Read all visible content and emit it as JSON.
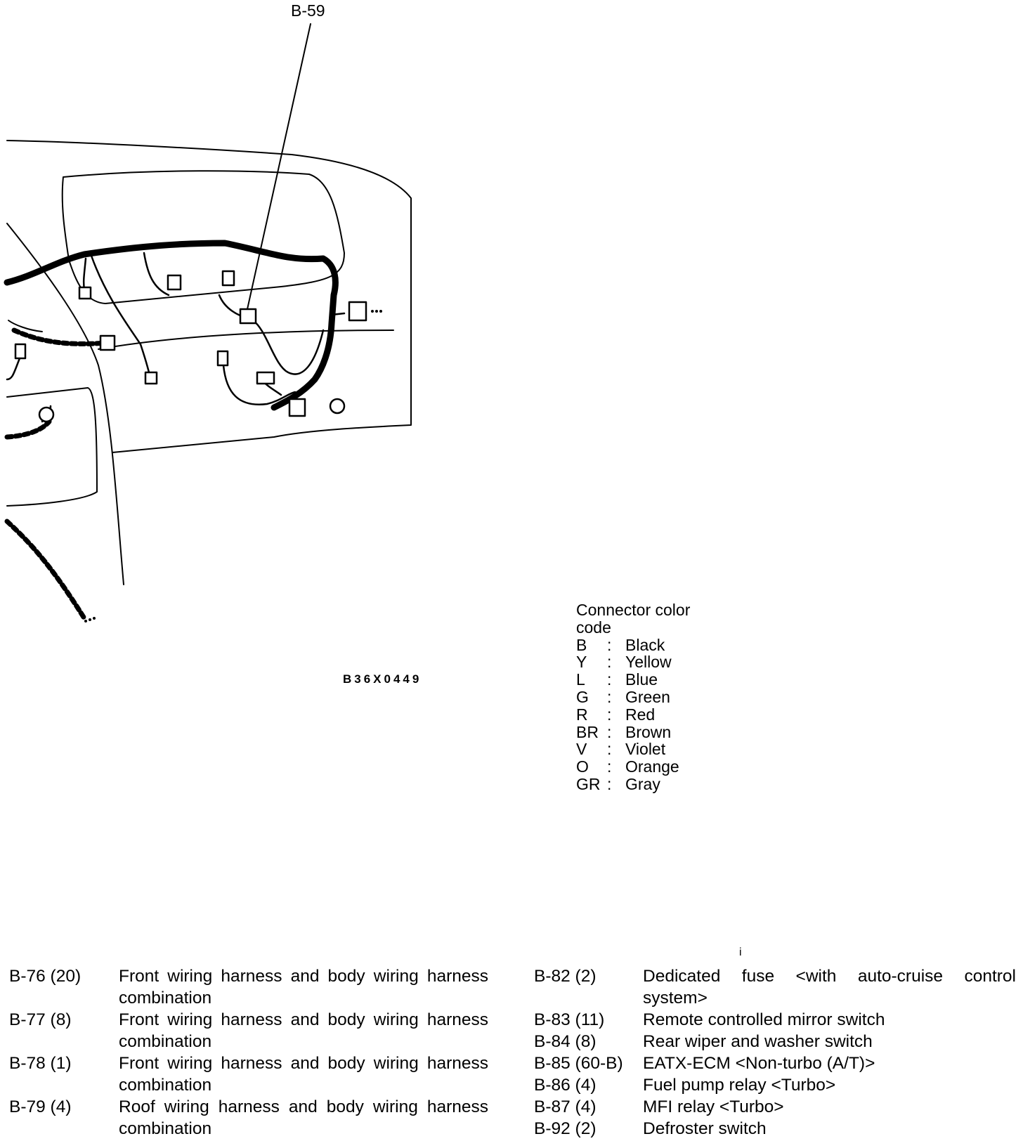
{
  "callout_label": "B-59",
  "figure_code": "B36X0449",
  "legend": {
    "title": "Connector color code",
    "entries": [
      {
        "code": "B",
        "color": "Black"
      },
      {
        "code": "Y",
        "color": "Yellow"
      },
      {
        "code": "L",
        "color": "Blue"
      },
      {
        "code": "G",
        "color": "Green"
      },
      {
        "code": "R",
        "color": "Red"
      },
      {
        "code": "BR",
        "color": "Brown"
      },
      {
        "code": "V",
        "color": "Violet"
      },
      {
        "code": "O",
        "color": "Orange"
      },
      {
        "code": "GR",
        "color": "Gray"
      }
    ]
  },
  "stray_mark": "i",
  "connectors_left": [
    {
      "code": "B-76 (20)",
      "desc": "Front wiring harness and body wiring harness combination"
    },
    {
      "code": "B-77 (8)",
      "desc": "Front wiring harness and body wiring harness combination"
    },
    {
      "code": "B-78 (1)",
      "desc": "Front wiring harness and body wiring harness combination"
    },
    {
      "code": "B-79 (4)",
      "desc": "Roof wiring harness and body wiring harness combination"
    }
  ],
  "connectors_right": [
    {
      "code": "B-82 (2)",
      "desc": "Dedicated fuse <with auto-cruise control system>"
    },
    {
      "code": "B-83 (11)",
      "desc": "Remote controlled mirror switch"
    },
    {
      "code": "B-84 (8)",
      "desc": "Rear wiper and washer switch"
    },
    {
      "code": "B-85 (60-B)",
      "desc": "EATX-ECM <Non-turbo (A/T)>"
    },
    {
      "code": "B-86 (4)",
      "desc": "Fuel pump relay <Turbo>"
    },
    {
      "code": "B-87 (4)",
      "desc": "MFI relay <Turbo>"
    },
    {
      "code": "B-92 (2)",
      "desc": "Defroster switch"
    }
  ]
}
